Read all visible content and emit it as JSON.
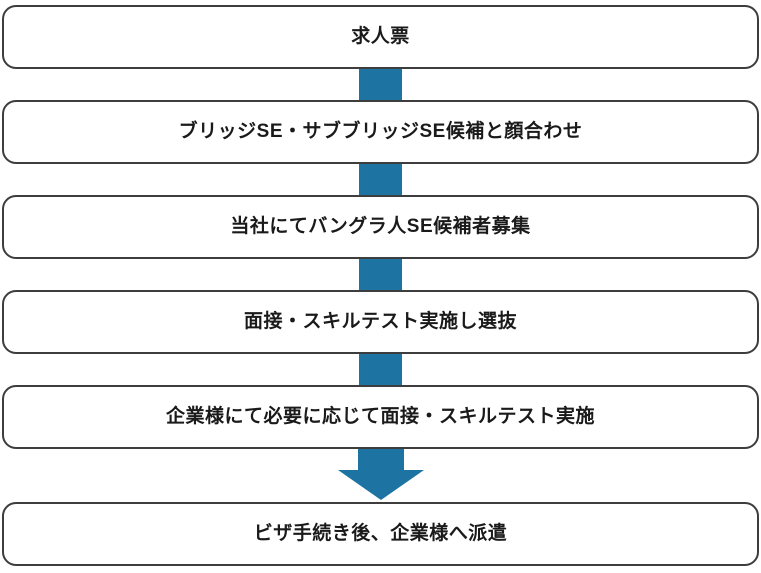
{
  "flowchart": {
    "title": "recruitment-dispatch-flow",
    "steps": [
      {
        "label": "求人票"
      },
      {
        "label": "ブリッジSE・サブブリッジSE候補と顔合わせ"
      },
      {
        "label": "当社にてバングラ人SE候補者募集"
      },
      {
        "label": "面接・スキルテスト実施し選抜"
      },
      {
        "label": "企業様にて必要に応じて面接・スキルテスト実施"
      },
      {
        "label": "ビザ手続き後、企業様へ派遣"
      }
    ],
    "connector_types": [
      "bar",
      "bar",
      "bar",
      "bar",
      "arrow"
    ],
    "colors": {
      "connector_blue": "#1d73a2",
      "box_border": "#3d3d3d",
      "box_fill": "#ffffff",
      "text": "#1a1a1a"
    }
  }
}
